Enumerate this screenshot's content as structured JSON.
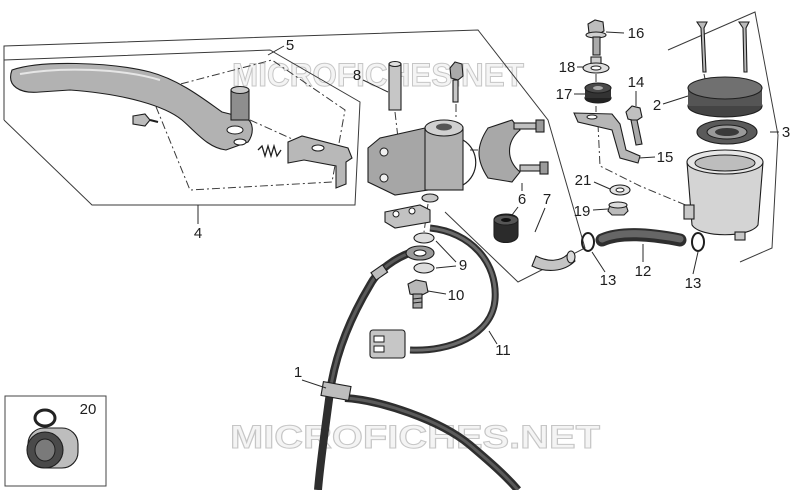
{
  "diagram": {
    "watermark_top": "MICROFICHES.NET",
    "watermark_bottom": "MICROFICHES.NET",
    "callouts": [
      "5",
      "8",
      "16",
      "18",
      "14",
      "17",
      "2",
      "3",
      "4",
      "15",
      "21",
      "6",
      "7",
      "19",
      "9",
      "12",
      "13",
      "13",
      "10",
      "11",
      "1",
      "20"
    ]
  },
  "colors": {
    "line": "#1e1e1e",
    "part_fill": "#b4b4b4",
    "dark_part": "#3a3a3a",
    "watermark": "#c6c6c6"
  }
}
